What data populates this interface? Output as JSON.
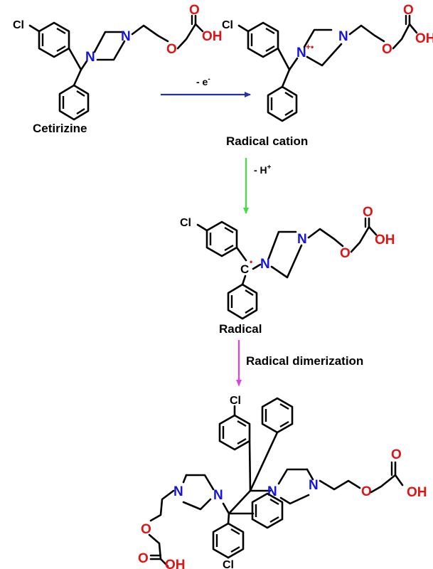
{
  "labels": {
    "cetirizine": "Cetirizine",
    "radical_cation": "Radical cation",
    "radical": "Radical",
    "step1_main": "- e",
    "step1_sup": "-",
    "step2_main": "- H",
    "step2_sup": "+",
    "step3": "Radical dimerization"
  },
  "atoms": {
    "n": "N",
    "o": "O",
    "oh": "OH",
    "cl": "Cl",
    "c": "C",
    "plus_dot": "+•",
    "dot": "•"
  },
  "colors": {
    "nitrogen": "#1414e0",
    "oxygen": "#e01414",
    "arrow_step1": "#2233aa",
    "arrow_step2": "#44dd44",
    "arrow_step3": "#e040e0"
  }
}
